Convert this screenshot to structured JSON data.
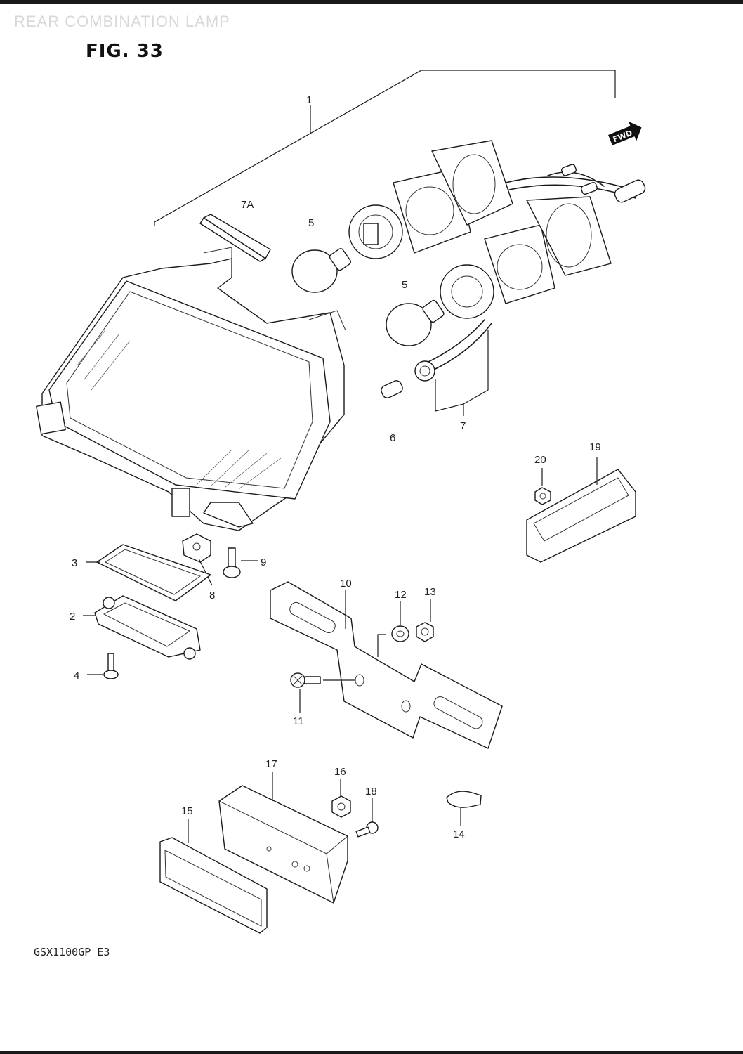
{
  "header": {
    "watermark": "REAR COMBINATION LAMP",
    "figure_title": "FIG. 33"
  },
  "footer": {
    "model_code": "GSX1100GP E3"
  },
  "direction_badge": "FWD",
  "callouts": {
    "c1": "1",
    "c2": "2",
    "c3": "3",
    "c4": "4",
    "c5a": "5",
    "c5b": "5",
    "c6": "6",
    "c7": "7",
    "c7a": "7A",
    "c8": "8",
    "c9": "9",
    "c10": "10",
    "c11": "11",
    "c12": "12",
    "c13": "13",
    "c14": "14",
    "c15": "15",
    "c16": "16",
    "c17": "17",
    "c18": "18",
    "c19": "19",
    "c20": "20"
  }
}
